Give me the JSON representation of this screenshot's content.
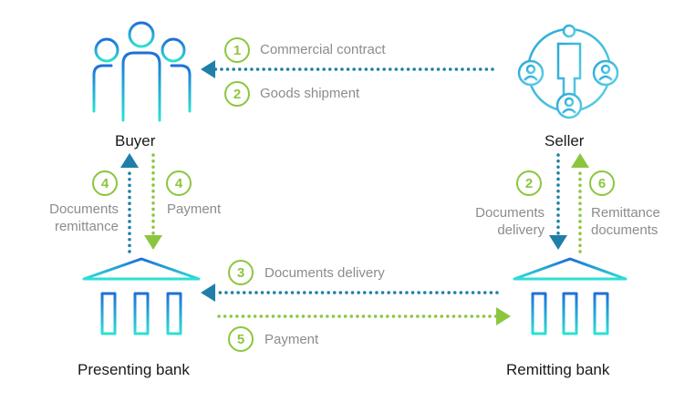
{
  "nodes": {
    "buyer": "Buyer",
    "seller": "Seller",
    "presenting_bank": "Presenting bank",
    "remitting_bank": "Remitting bank"
  },
  "steps": {
    "commercial_contract": {
      "num": "1",
      "label": "Commercial contract"
    },
    "goods_shipment": {
      "num": "2",
      "label": "Goods shipment"
    },
    "documents_remittance": {
      "num": "4",
      "label_line1": "Documents",
      "label_line2": "remittance"
    },
    "payment_to_bank": {
      "num": "4",
      "label": "Payment"
    },
    "documents_delivery_seller": {
      "num": "2",
      "label_line1": "Documents",
      "label_line2": "delivery"
    },
    "remittance_documents": {
      "num": "6",
      "label_line1": "Remittance",
      "label_line2": "documents"
    },
    "documents_delivery_banks": {
      "num": "3",
      "label": "Documents delivery"
    },
    "payment_banks": {
      "num": "5",
      "label": "Payment"
    }
  },
  "colors": {
    "blue_arrow": "#1f7fa8",
    "green_arrow": "#8cc63f",
    "icon_gradient_top": "#1e6fd9",
    "icon_gradient_bottom": "#2ee0d4"
  }
}
